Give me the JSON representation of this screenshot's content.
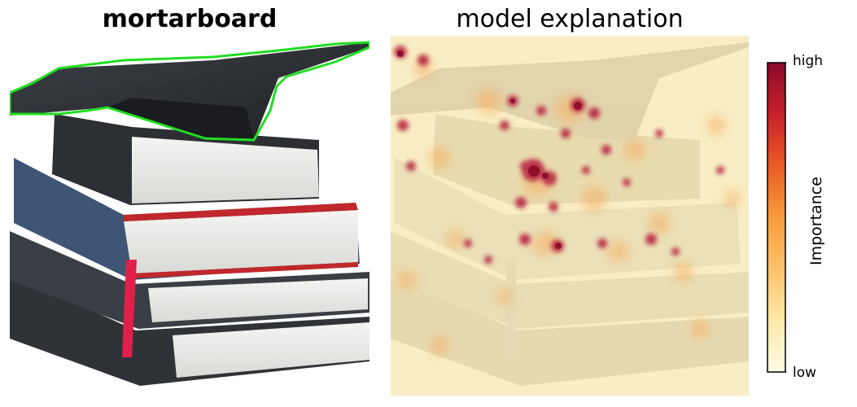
{
  "left_panel": {
    "title": "mortarboard"
  },
  "right_panel": {
    "title": "model explanation"
  },
  "colorbar": {
    "label": "Importance",
    "tick_high": "high",
    "tick_low": "low",
    "colors": [
      "#fffbe6",
      "#fde9a8",
      "#fdc26a",
      "#f89b3c",
      "#ea5b26",
      "#c7202a",
      "#8c0a2a"
    ]
  },
  "colors": {
    "outline": "#22dd22",
    "background": "#ffffff"
  }
}
